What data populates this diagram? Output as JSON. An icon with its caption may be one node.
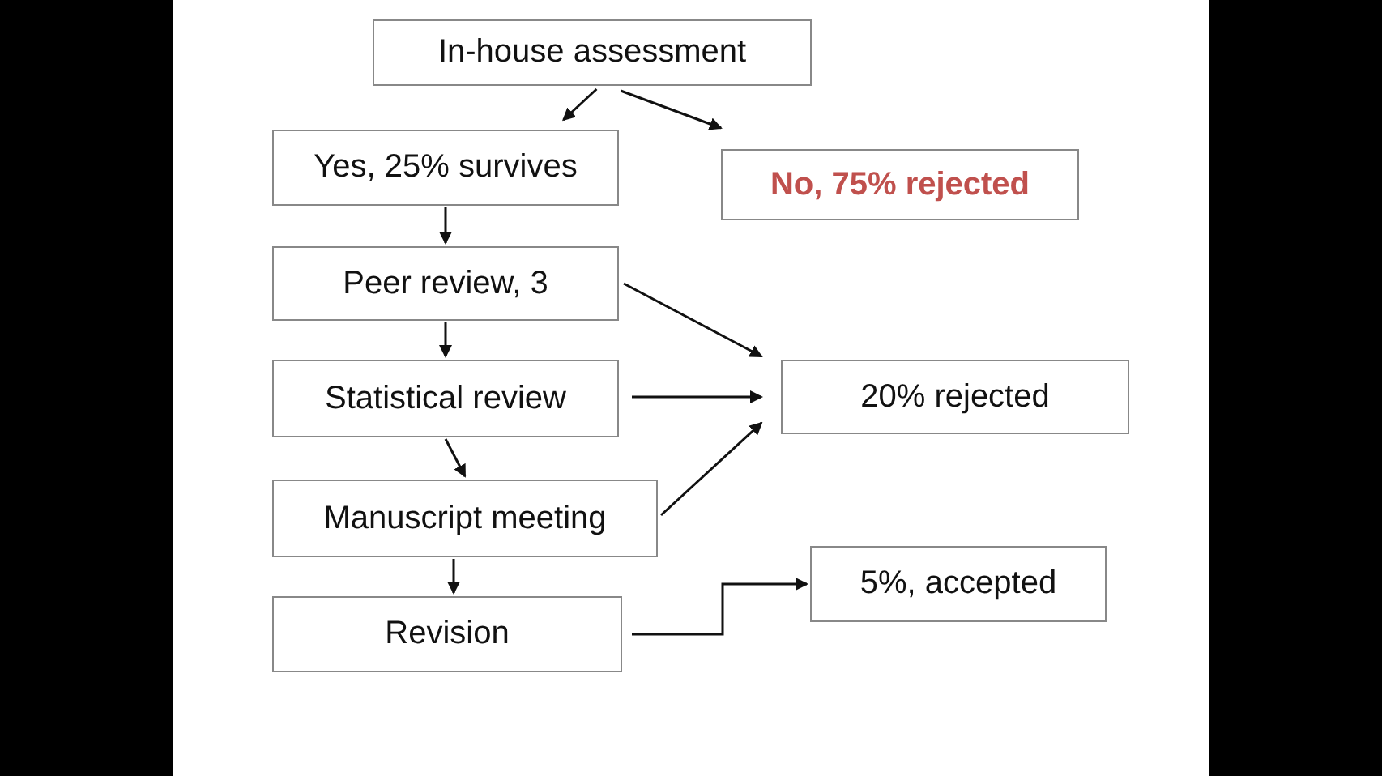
{
  "diagram": {
    "nodes": [
      {
        "text": [
          "In-house assessment"
        ]
      },
      {
        "text": [
          "Yes, 25% survives"
        ]
      },
      {
        "text": [
          "No, 75% rejected"
        ]
      },
      {
        "text": [
          "Peer review, 3"
        ]
      },
      {
        "text": [
          "Statistical review"
        ]
      },
      {
        "text": [
          "20% rejected"
        ]
      },
      {
        "text": [
          "Manuscript meeting"
        ]
      },
      {
        "text": [
          "Revision"
        ]
      },
      {
        "text": [
          "5%, accepted"
        ]
      }
    ],
    "edges": [
      {
        "from": 0,
        "to": 1,
        "arrow": "to"
      },
      {
        "from": 0,
        "to": 2,
        "arrow": "to"
      },
      {
        "from": 1,
        "to": 3,
        "arrow": "to"
      },
      {
        "from": 3,
        "to": 4,
        "arrow": "to"
      },
      {
        "from": 4,
        "to": 6,
        "arrow": "to"
      },
      {
        "from": 6,
        "to": 7,
        "arrow": "to"
      },
      {
        "from": 3,
        "to": 5,
        "arrow": "to"
      },
      {
        "from": 4,
        "to": 5,
        "arrow": "to"
      },
      {
        "from": 6,
        "to": 5,
        "arrow": "to"
      },
      {
        "from": 7,
        "to": 8,
        "arrow": "to"
      }
    ]
  }
}
